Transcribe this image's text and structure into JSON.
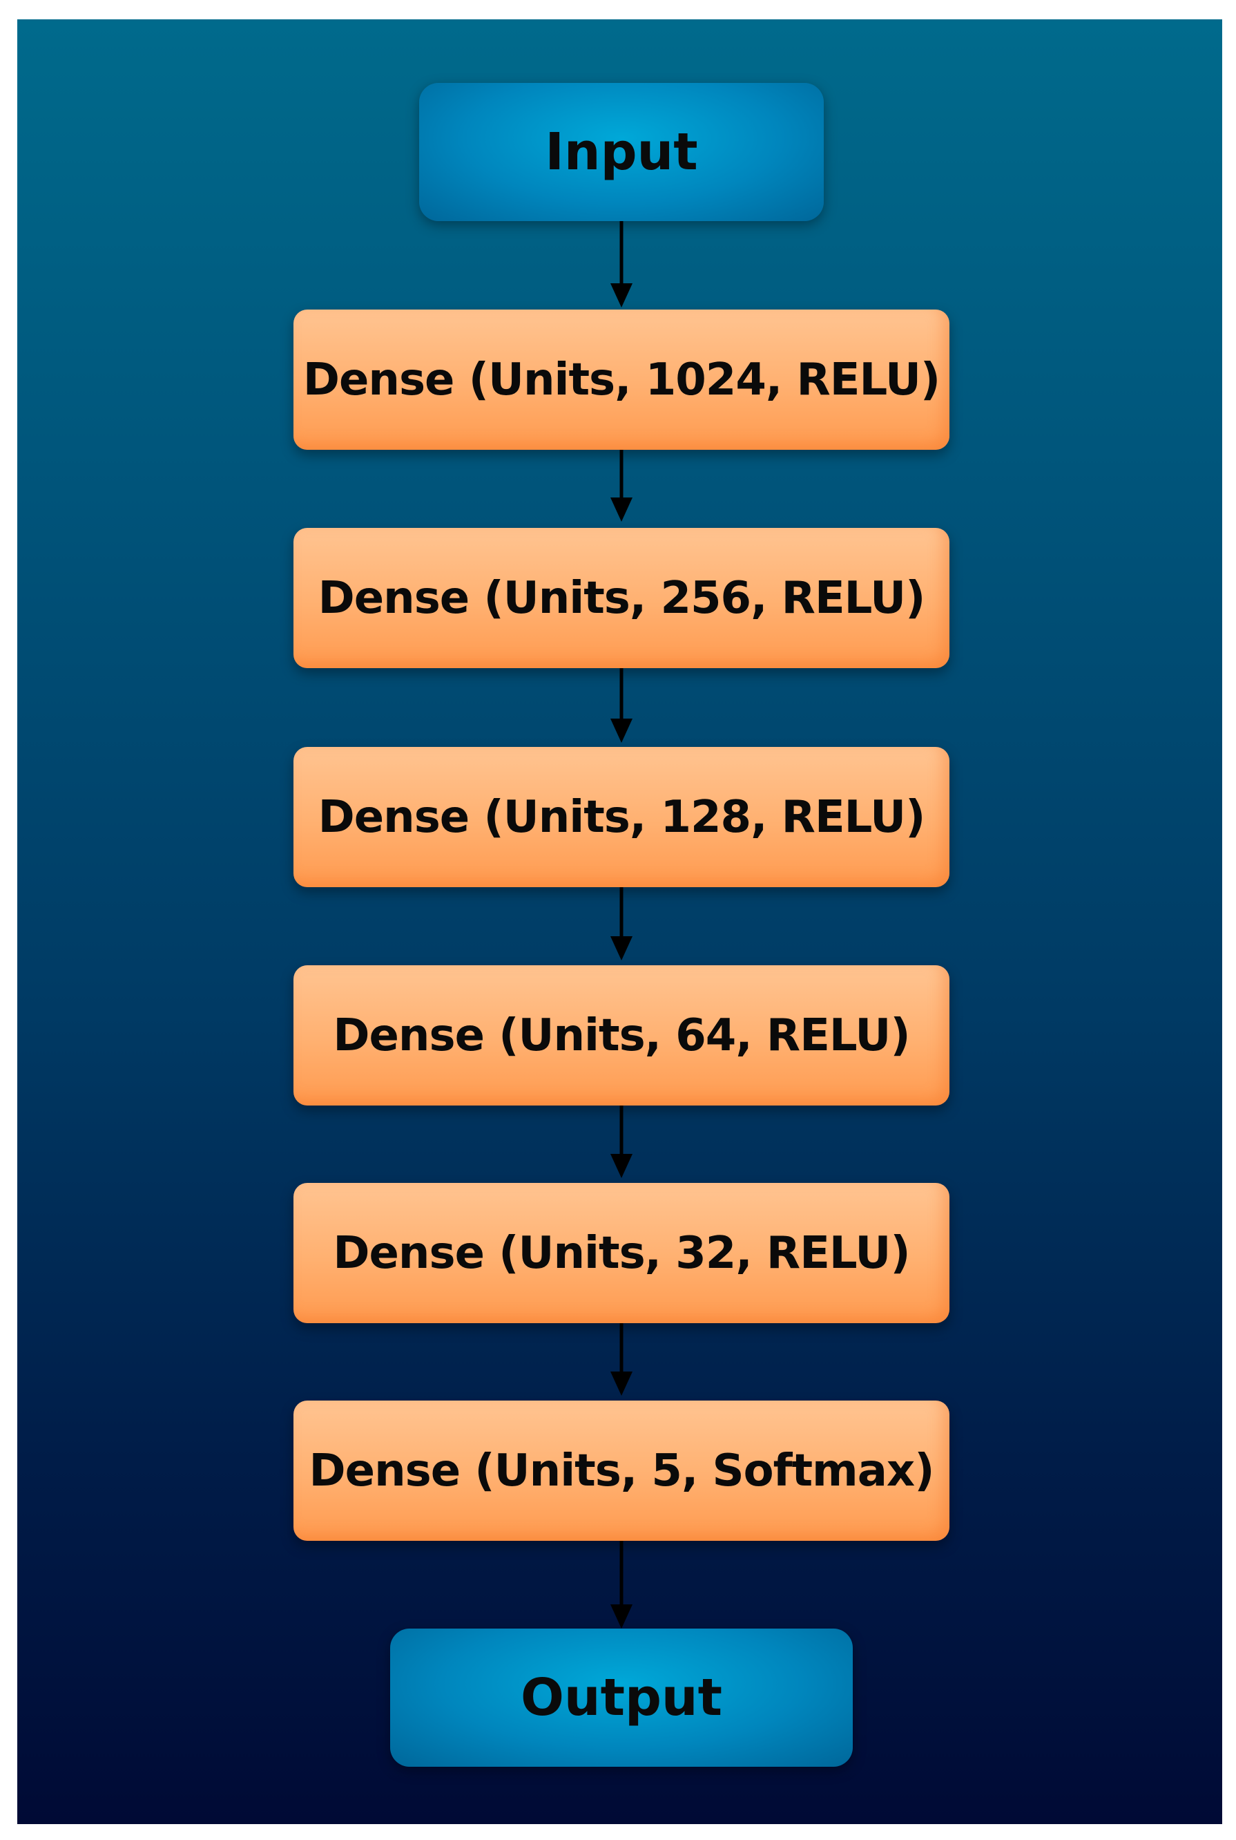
{
  "diagram": {
    "input_label": "Input",
    "output_label": "Output",
    "layers": [
      {
        "label": "Dense (Units, 1024, RELU)"
      },
      {
        "label": "Dense (Units, 256, RELU)"
      },
      {
        "label": "Dense (Units, 128, RELU)"
      },
      {
        "label": "Dense (Units, 64, RELU)"
      },
      {
        "label": "Dense (Units, 32, RELU)"
      },
      {
        "label": "Dense (Units, 5, Softmax)"
      }
    ],
    "colors": {
      "io_fill": "#0086bd",
      "layer_fill": "#ffb070",
      "arrow": "#000000",
      "background_top": "#006a8c",
      "background_bottom": "#000a35"
    }
  }
}
